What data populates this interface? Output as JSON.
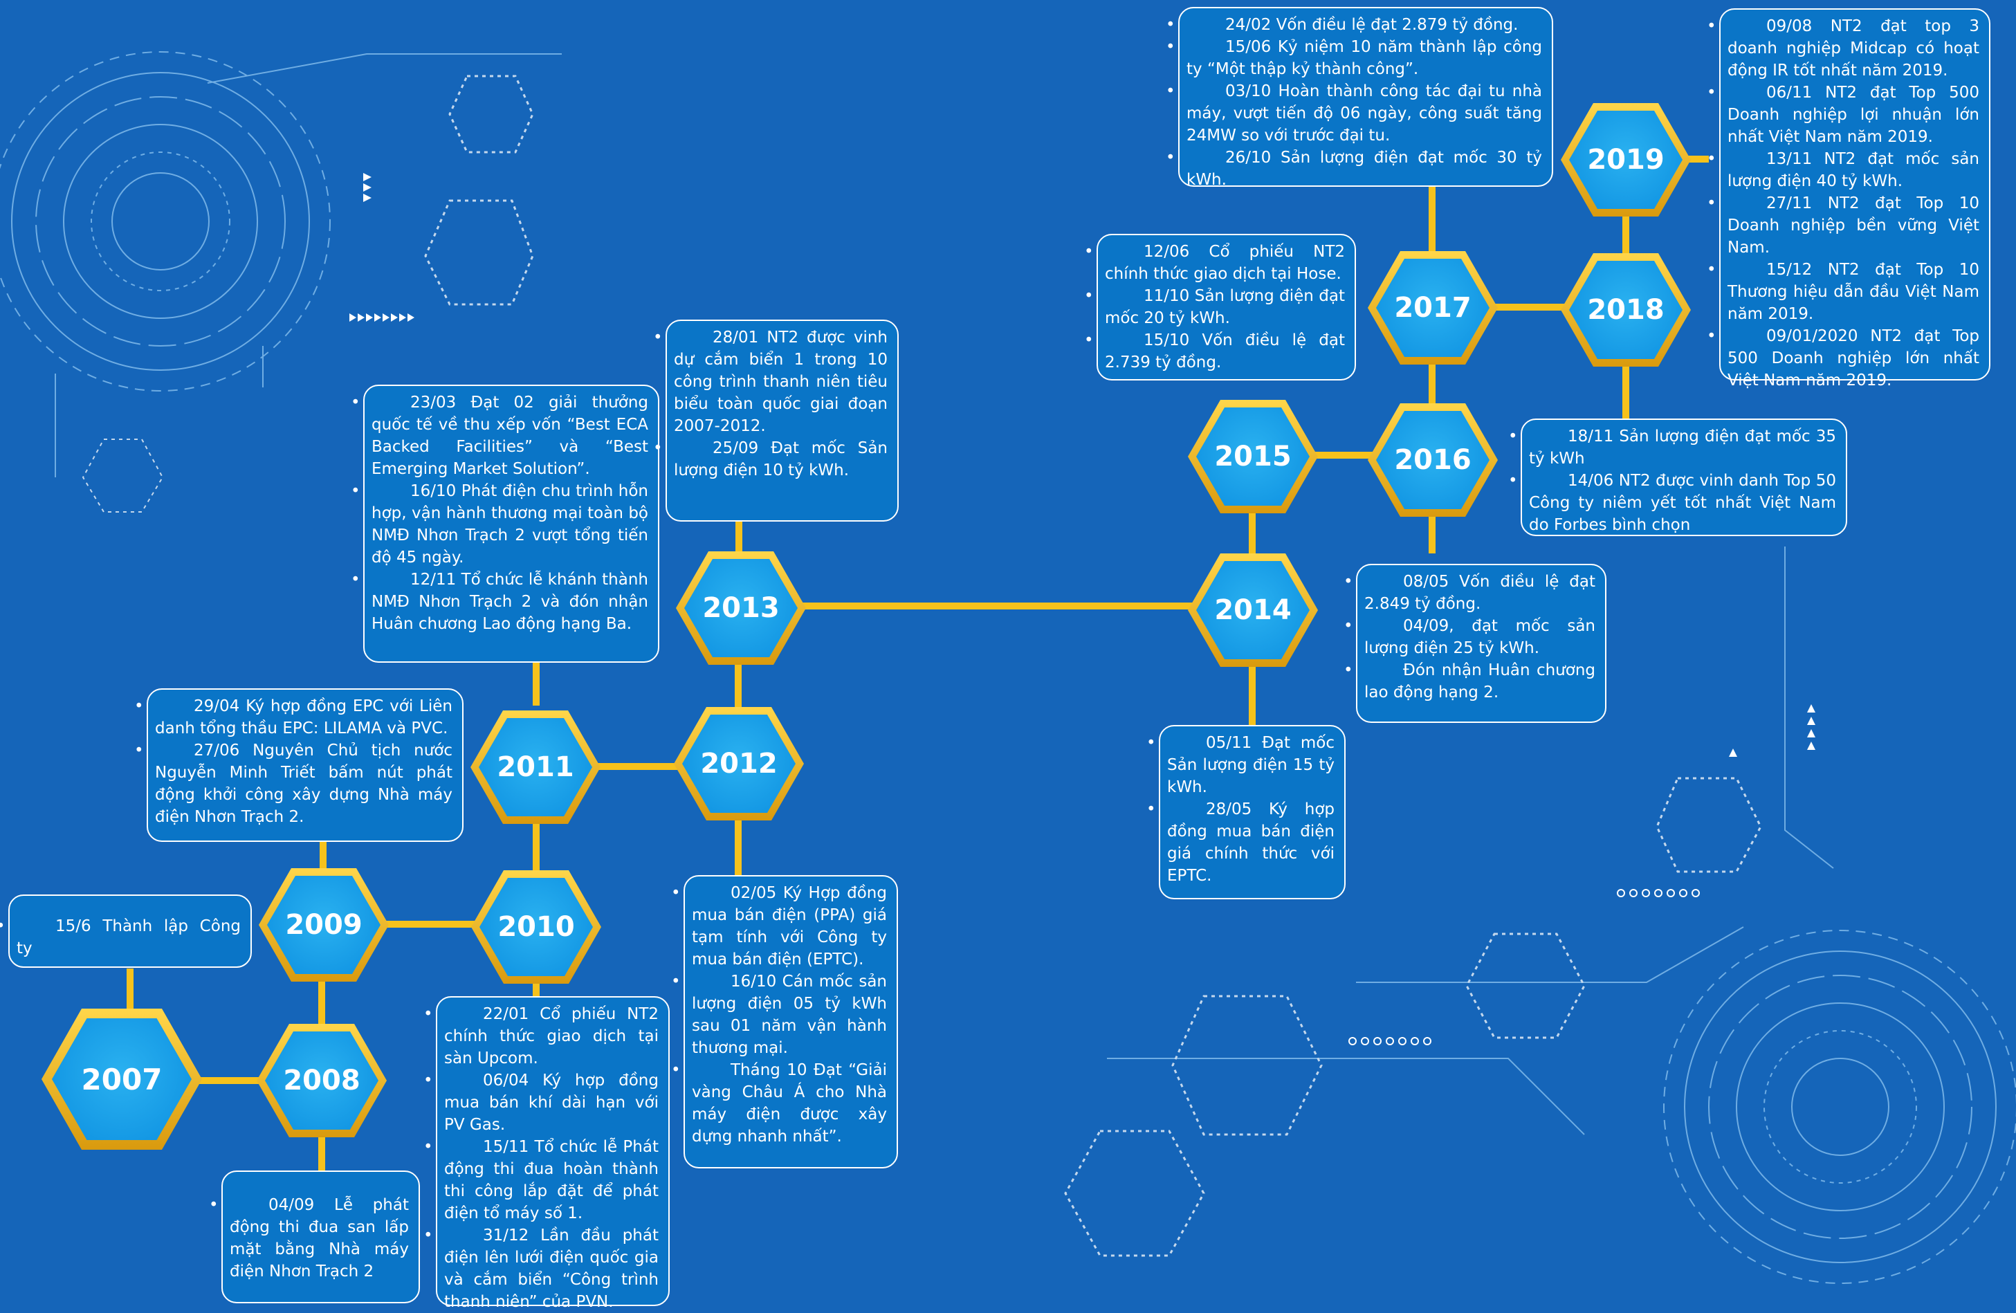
{
  "milestones": [
    {
      "year": "2007",
      "items": [
        "15/6 Thành lập Công ty"
      ]
    },
    {
      "year": "2008",
      "items": [
        "04/09 Lễ phát động thi đua san lấp mặt bằng Nhà máy điện Nhơn Trạch 2"
      ]
    },
    {
      "year": "2009",
      "items": [
        "29/04 Ký hợp đồng EPC với Liên danh tổng thầu EPC: LILAMA và PVC.",
        "27/06 Nguyên Chủ tịch nước Nguyễn Minh Triết bấm nút phát động khởi công xây dựng Nhà máy điện Nhơn Trạch 2."
      ]
    },
    {
      "year": "2010",
      "items": [
        "22/01 Cổ phiếu NT2 chính thức giao dịch tại sàn Upcom.",
        "06/04 Ký hợp đồng mua bán khí dài hạn với PV Gas.",
        "15/11 Tổ chức lễ Phát động thi đua hoàn thành thi công lắp đặt để phát điện tổ máy số 1.",
        "31/12 Lần đầu phát điện lên lưới điện quốc gia và cắm biển “Công trình thanh niên” của PVN."
      ]
    },
    {
      "year": "2011",
      "items": [
        "23/03 Đạt 02 giải thưởng quốc tế về thu xếp vốn “Best ECA Backed Facilities” và “Best Emerging Market Solution”.",
        "16/10 Phát điện chu trình hỗn hợp, vận hành thương mại toàn bộ NMĐ Nhơn Trạch 2 vượt tổng tiến độ 45 ngày.",
        "12/11 Tổ chức lễ khánh thành NMĐ Nhơn Trạch 2 và đón nhận Huân chương Lao động hạng Ba."
      ]
    },
    {
      "year": "2012",
      "items": [
        "02/05 Ký Hợp đồng mua bán điện (PPA) giá tạm tính với Công ty mua bán điện (EPTC).",
        "16/10 Cán mốc sản lượng điện 05 tỷ kWh sau 01 năm vận hành thương mại.",
        "Tháng 10 Đạt “Giải vàng Châu Á cho Nhà máy điện được xây dựng nhanh nhất”."
      ]
    },
    {
      "year": "2013",
      "items": [
        "28/01 NT2 được vinh dự cắm biển 1 trong 10 công trình thanh niên tiêu biểu toàn quốc giai đoạn 2007-2012.",
        "25/09 Đạt mốc Sản lượng điện 10 tỷ kWh."
      ]
    },
    {
      "year": "2014",
      "items": [
        "05/11 Đạt mốc Sản lượng điện 15 tỷ kWh.",
        "28/05 Ký hợp đồng mua bán điện giá chính thức với EPTC."
      ]
    },
    {
      "year": "2015",
      "items": [
        "12/06 Cổ phiếu NT2 chính thức giao dịch tại Hose.",
        "11/10 Sản lượng điện đạt mốc 20 tỷ kWh.",
        "15/10 Vốn điều lệ đạt 2.739 tỷ đồng."
      ]
    },
    {
      "year": "2016",
      "items": [
        "08/05 Vốn điều lệ đạt 2.849 tỷ đồng.",
        "04/09, đạt mốc sản lượng điện 25 tỷ kWh.",
        "Đón nhận Huân chương lao động hạng 2."
      ]
    },
    {
      "year": "2017",
      "items": [
        "24/02 Vốn điều lệ đạt 2.879 tỷ đồng.",
        "15/06 Kỷ niệm 10 năm thành lập công ty “Một thập kỷ thành công”.",
        "03/10 Hoàn thành công tác đại tu nhà máy, vượt tiến độ 06 ngày, công suất tăng 24MW so với trước đại tu.",
        "26/10 Sản lượng điện đạt mốc 30 tỷ kWh."
      ]
    },
    {
      "year": "2018",
      "items": [
        "18/11 Sản lượng điện đạt mốc 35 tỷ kWh",
        "14/06 NT2 được vinh danh Top 50 Công ty niêm yết tốt nhất Việt Nam do Forbes bình chọn"
      ]
    },
    {
      "year": "2019",
      "items": [
        "09/08 NT2 đạt top 3 doanh nghiệp Midcap có hoạt động IR tốt nhất năm 2019.",
        "06/11 NT2 đạt Top 500 Doanh nghiệp lợi nhuận lớn nhất Việt Nam năm 2019.",
        "13/11 NT2 đạt mốc sản lượng điện 40 tỷ kWh.",
        "27/11 NT2 đạt Top 10 Doanh nghiệp bền vững Việt Nam.",
        "15/12 NT2 đạt Top 10 Thương hiệu dẫn đầu Việt Nam năm 2019.",
        "09/01/2020 NT2 đạt Top 500 Doanh nghiệp lớn nhất Việt Nam năm 2019."
      ]
    }
  ],
  "colors": {
    "background": "#1565b9",
    "card": "#0a75c7",
    "connector": "#f6c21c",
    "hex_fill": "#1ea6ec",
    "hex_border": "#f0b31c"
  }
}
